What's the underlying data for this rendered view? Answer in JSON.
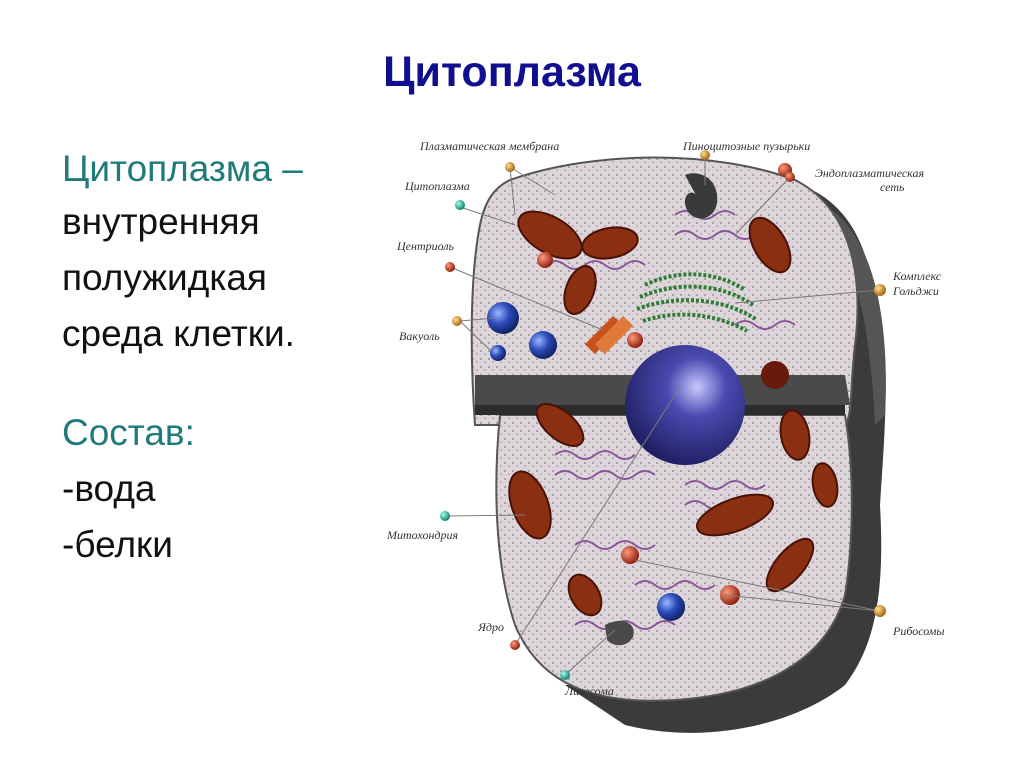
{
  "title": "Цитоплазма",
  "text": {
    "definition_term": "Цитоплазма –",
    "definition_line1": "внутренняя",
    "definition_line2": "полужидкая",
    "definition_line3": "среда клетки.",
    "composition_heading": "Состав:",
    "item_water": "-вода",
    "item_proteins": "-белки"
  },
  "diagram_labels": {
    "plasma_membrane": "Плазматическая мембрана",
    "pinocytic_vesicles": "Пиноцитозные пузырьки",
    "cytoplasm": "Цитоплазма",
    "er_line1": "Эндоплазматическая",
    "er_line2": "сеть",
    "centriole": "Центриоль",
    "golgi_line1": "Комплекс",
    "golgi_line2": "Гольджи",
    "vacuole": "Вакуоль",
    "mitochondrion": "Митохондрия",
    "nucleus": "Ядро",
    "ribosomes": "Рибосомы",
    "lysosome": "Лизосома"
  },
  "colors": {
    "title": "#0f0f8f",
    "teal_text": "#1f7a7a",
    "cytoplasm": "#d8d2d6",
    "mitochondria": "#8a2f12",
    "nucleus": "#3a3a9c",
    "shadow": "#3a3a3a",
    "golgi": "#2e7d32",
    "er": "#7a3a8c"
  }
}
